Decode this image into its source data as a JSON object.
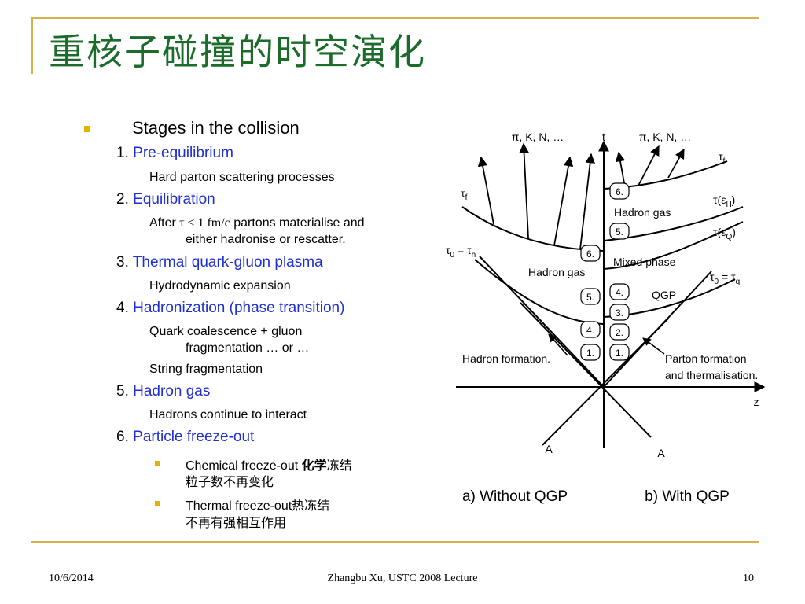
{
  "slide": {
    "title": "重核子碰撞的时空演化",
    "outline": {
      "heading": "Stages in the collision",
      "items": [
        {
          "num": "1.",
          "label": "Pre-equilibrium",
          "desc": [
            "Hard parton scattering processes"
          ]
        },
        {
          "num": "2.",
          "label": "Equilibration",
          "desc_prefix": "After",
          "desc_math": "τ ≤ 1 fm/c",
          "desc_rest": "partons materialise and",
          "desc_line2": "either hadronise or rescatter."
        },
        {
          "num": "3.",
          "label": "Thermal quark-gluon plasma",
          "desc": [
            "Hydrodynamic expansion"
          ]
        },
        {
          "num": "4.",
          "label": "Hadronization (phase transition)",
          "desc": [
            "Quark coalescence + gluon",
            "fragmentation … or …",
            "String fragmentation"
          ]
        },
        {
          "num": "5.",
          "label": "Hadron gas",
          "desc": [
            "Hadrons continue to interact"
          ]
        },
        {
          "num": "6.",
          "label": "Particle freeze-out",
          "subbullets": [
            {
              "text_a": "Chemical freeze-out ",
              "text_b": "化学",
              "text_c": "冻结",
              "text_d": "粒子数不再变化"
            },
            {
              "text_a": "Thermal freeze-out",
              "text_c": "热冻结",
              "text_d": "不再有强相互作用"
            }
          ]
        }
      ]
    },
    "footer": {
      "date": "10/6/2014",
      "center": "Zhangbu Xu, USTC 2008 Lecture",
      "page": "10"
    }
  },
  "diagram": {
    "axis_t": "t",
    "axis_z": "z",
    "beam_a_left": "A",
    "beam_a_right": "A",
    "particles_left": "π, K, N, …",
    "particles_right": "π, K, N, …",
    "left": {
      "tau_f": "τ",
      "tau_f_sub": "f",
      "tau0": "τ",
      "tau0_sub": "0",
      "tau0_eq": " = τ",
      "tau0_sub2": "h",
      "hadron_gas": "Hadron gas",
      "hadron_formation": "Hadron formation.",
      "stages": [
        "6.",
        "5.",
        "4.",
        "1."
      ],
      "caption": "a) Without QGP"
    },
    "right": {
      "tau_f": "τ",
      "tau_f_sub": "f",
      "tau_H": "τ(ε",
      "tau_H_sub": "H",
      "tau_Q": "τ(ε",
      "tau_Q_sub": "Q",
      "close": ")",
      "tau0": "τ",
      "tau0_sub": "0",
      "tau0_eq": " = τ",
      "tau0_sub2": "q",
      "hadron_gas": "Hadron gas",
      "mixed_phase": "Mixed phase",
      "qgp": "QGP",
      "parton_formation_1": "Parton formation",
      "parton_formation_2": "and thermalisation.",
      "stages": [
        "6.",
        "5.",
        "4.",
        "3.",
        "2.",
        "1."
      ],
      "caption": "b) With QGP"
    },
    "colors": {
      "line": "#000000",
      "accent": "#1b6b2a",
      "rule": "#d4b24c",
      "bullet": "#e3b300",
      "link": "#1f2fd0"
    }
  }
}
